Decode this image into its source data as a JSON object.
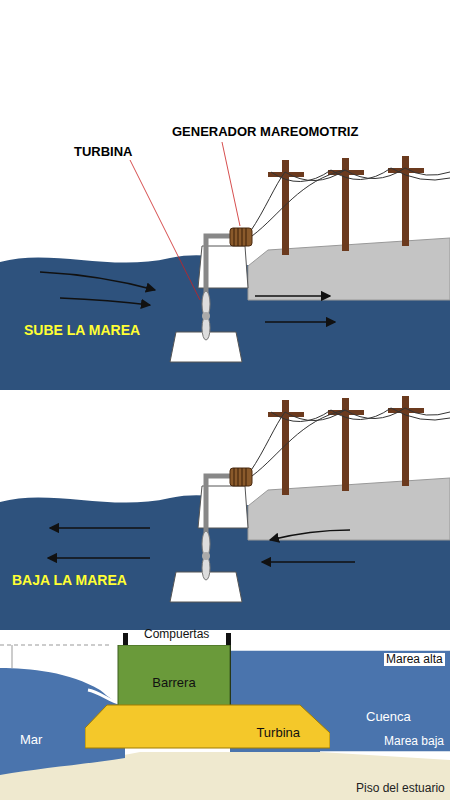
{
  "diagram": {
    "nodes": [
      {
        "text": [
          "Barrera"
        ]
      },
      {
        "text": [
          "Turbina"
        ]
      }
    ],
    "labels": [
      "TURBINA",
      "GENERADOR MAREOMOTRIZ",
      "SUBE LA MAREA",
      "BAJA LA MAREA",
      "Compuertas",
      "Marea alta",
      "Cuenca",
      "Mar",
      "Marea baja",
      "Piso del estuario"
    ]
  }
}
